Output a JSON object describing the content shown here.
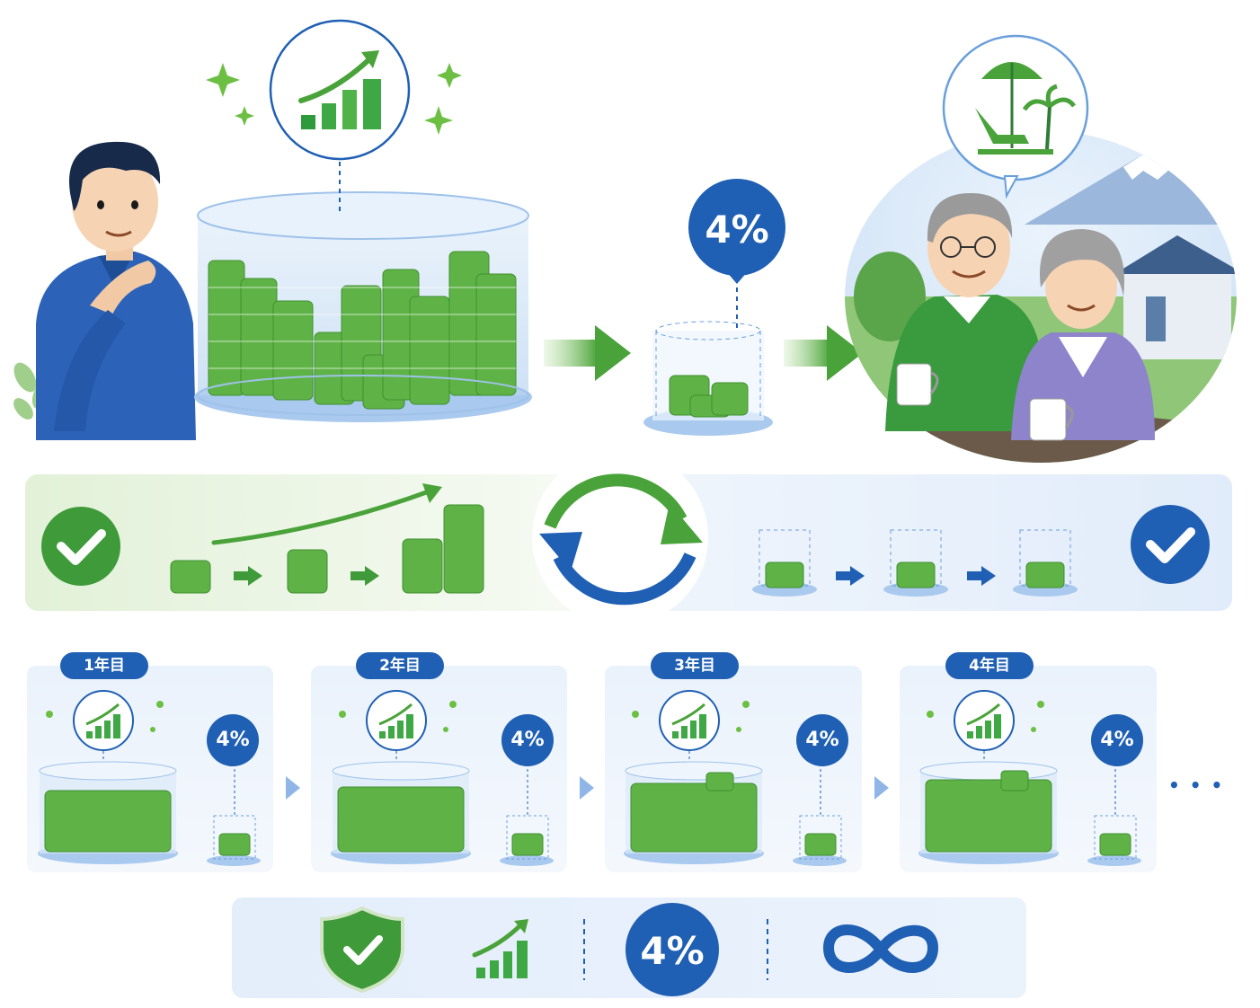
{
  "colors": {
    "green": "#4aa33a",
    "green_dark": "#2f7d32",
    "blue": "#1f5fb4",
    "blue_light": "#e4eefb",
    "green_light": "#e6f3de"
  },
  "hero": {
    "withdraw_rate": "4%",
    "icons": [
      "growth-chart-icon",
      "sparkle-icon",
      "arrow-right-icon",
      "vacation-beach-icon",
      "coffee-mug-icon"
    ]
  },
  "cycle": {
    "icons": [
      "check-icon",
      "refresh-cycle-icon",
      "check-icon"
    ]
  },
  "years": [
    {
      "label": "1年目",
      "rate": "4%"
    },
    {
      "label": "2年目",
      "rate": "4%"
    },
    {
      "label": "3年目",
      "rate": "4%"
    },
    {
      "label": "4年目",
      "rate": "4%"
    }
  ],
  "continuation": "• • •",
  "summary": {
    "rate": "4%",
    "icons": [
      "shield-check-icon",
      "growth-chart-icon",
      "infinity-icon"
    ]
  }
}
